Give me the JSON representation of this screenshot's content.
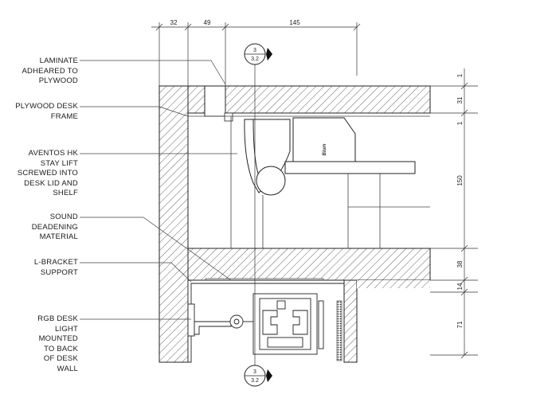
{
  "dimensions": {
    "top": [
      "32",
      "49",
      "145"
    ],
    "right": [
      "1",
      "31",
      "1",
      "150",
      "38",
      "14",
      "71"
    ]
  },
  "section_tags": {
    "top": {
      "number": "3",
      "sheet": "3.2"
    },
    "bottom": {
      "number": "3",
      "sheet": "3.2"
    }
  },
  "brand_mark": "Blum",
  "annotations": [
    {
      "text": "LAMINATE\nADHEARED TO\nPLYWOOD"
    },
    {
      "text": "PLYWOOD DESK\nFRAME"
    },
    {
      "text": "AVENTOS HK\nSTAY LIFT\nSCREWED INTO\nDESK LID AND\nSHELF"
    },
    {
      "text": "SOUND\nDEADENING\nMATERIAL"
    },
    {
      "text": "L-BRACKET\nSUPPORT"
    },
    {
      "text": "RGB DESK\nLIGHT\nMOUNTED\nTO BACK\nOF DESK\nWALL"
    }
  ]
}
